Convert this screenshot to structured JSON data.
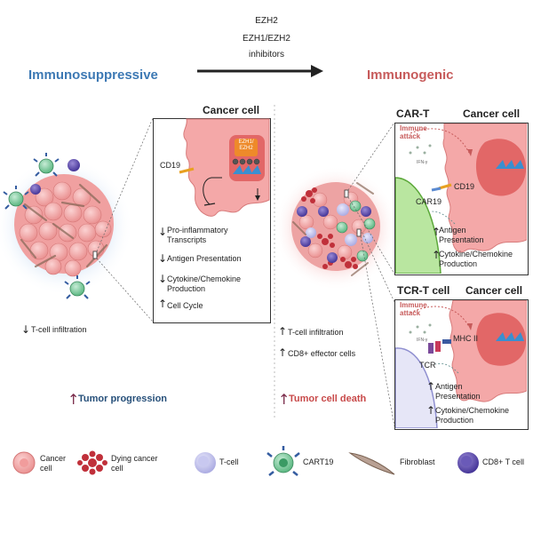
{
  "top": {
    "drug_lines": [
      "EZH2",
      "EZH1/EZH2",
      "inhibitors"
    ],
    "left_title": "Immunosuppressive",
    "right_title": "Immunogenic",
    "colors": {
      "left_title": "#3d79b4",
      "right_title": "#c75b5b",
      "arrow": "#222222"
    }
  },
  "left_panel": {
    "title": "Cancer cell",
    "cd19": "CD19",
    "ezh_label": "EZH1/\nEZH2",
    "items": [
      "Pro-inflammatory\nTranscripts",
      "Antigen Presentation",
      "Cytokine/Chemokine\nProduction",
      "Cell Cycle"
    ],
    "item_dirs": [
      "down",
      "down",
      "down",
      "up"
    ]
  },
  "left_notes": {
    "infiltration": "T-cell infiltration",
    "progression": "Tumor progression"
  },
  "right_notes": {
    "infiltration": "T-cell infiltration",
    "cd8": "CD8+ effector cells",
    "death": "Tumor cell death"
  },
  "cart_panel": {
    "left_title": "CAR-T",
    "right_title": "Cancer cell",
    "attack": "Immune\nattack",
    "ifn": "IFN-γ",
    "car": "CAR19",
    "cd19": "CD19",
    "items": [
      "Antigen\nPresentation",
      "Cytokine/Chemokine\nProduction"
    ]
  },
  "tcr_panel": {
    "left_title": "TCR-T cell",
    "right_title": "Cancer cell",
    "attack": "Immune\nattack",
    "ifn": "IFN-γ",
    "mhc": "MHC II",
    "tcr": "TCR",
    "items": [
      "Antigen\nPresentation",
      "Cytokine/Chemokine\nProduction"
    ]
  },
  "legend": [
    {
      "label": "Cancer\ncell",
      "icon": "cancer-cell-icon"
    },
    {
      "label": "Dying cancer\ncell",
      "icon": "dying-cancer-cell-icon"
    },
    {
      "label": "T-cell",
      "icon": "t-cell-icon"
    },
    {
      "label": "CART19",
      "icon": "cart19-icon"
    },
    {
      "label": "Fibroblast",
      "icon": "fibroblast-icon"
    },
    {
      "label": "CD8+ T cell",
      "icon": "cd8-t-cell-icon"
    }
  ]
}
